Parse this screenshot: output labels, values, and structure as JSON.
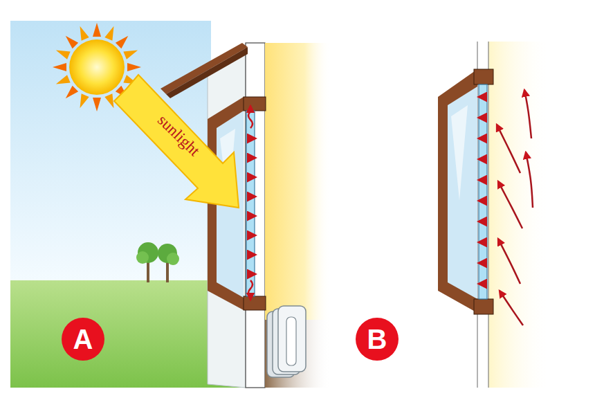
{
  "diagram": {
    "nodes": [
      {
        "text": [
          "A"
        ]
      },
      {
        "text": [
          "B"
        ]
      }
    ],
    "labels": [
      "sunlight"
    ]
  }
}
